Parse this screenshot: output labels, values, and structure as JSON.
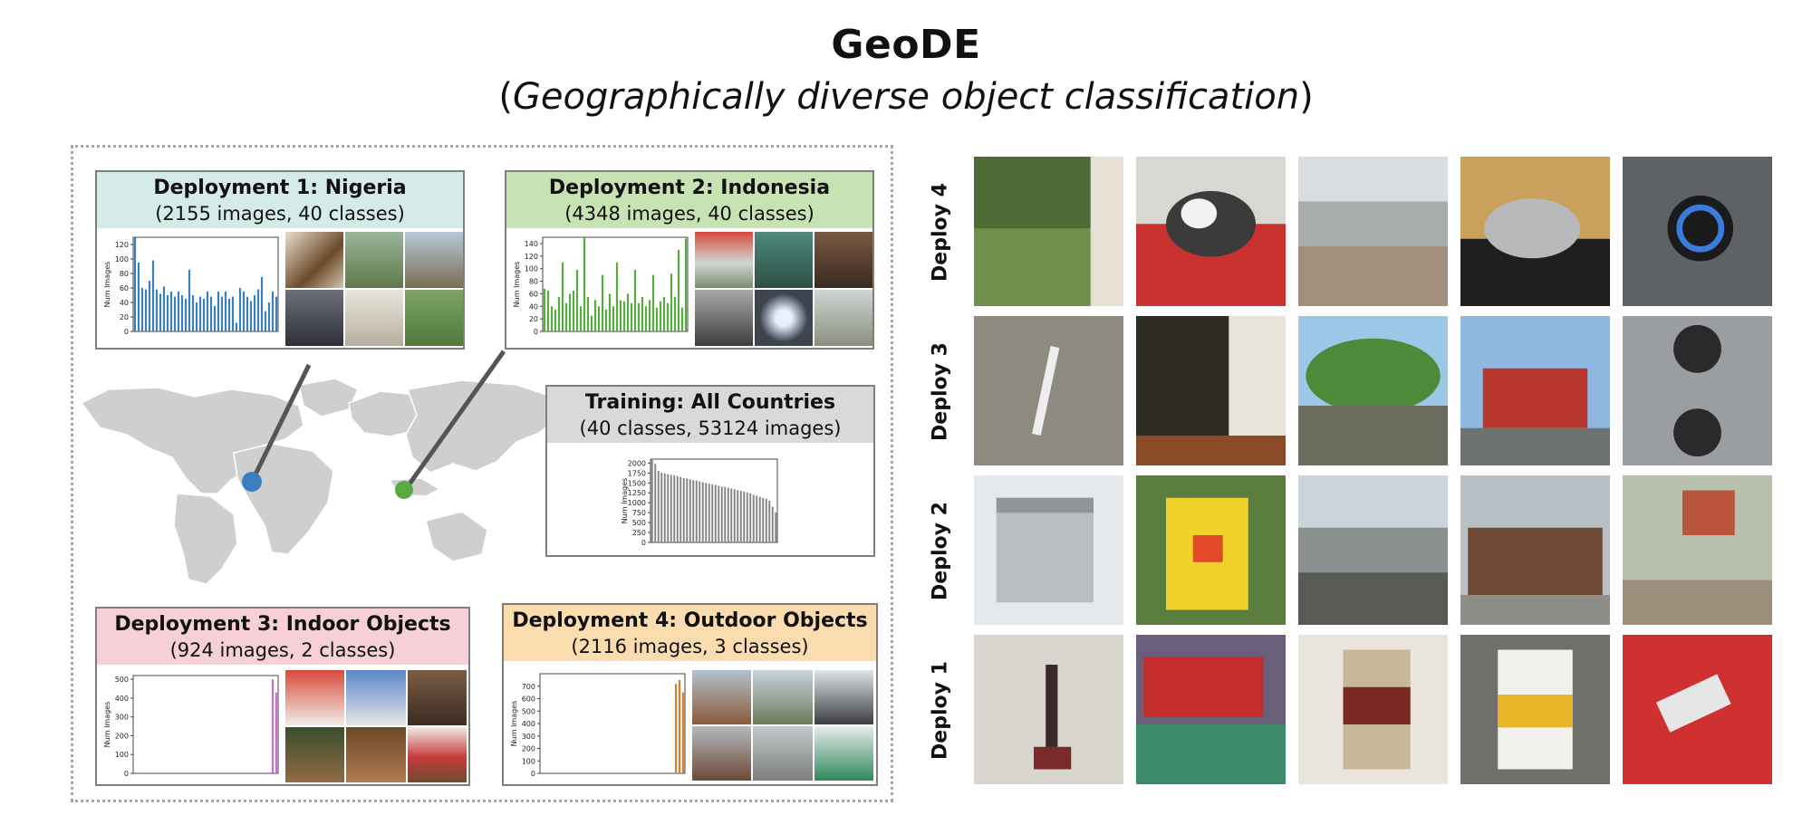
{
  "title": "GeoDE",
  "subtitle": "Geographically diverse object classification",
  "subtitle_open": "(",
  "subtitle_close": ")",
  "colors": {
    "nigeria": "#3a7ebf",
    "indonesia": "#5aaa42",
    "training": "#858585",
    "indoor": "#c86fc9",
    "outdoor": "#e07b2a",
    "head_nigeria": "#d4ebe8",
    "head_indonesia": "#c7e2b3",
    "head_training": "#d9d9d9",
    "head_indoor": "#f6d0d6",
    "head_outdoor": "#fbdcae"
  },
  "panels": {
    "nigeria": {
      "title": "Deployment 1: Nigeria",
      "subtitle": "(2155 images, 40 classes)"
    },
    "indonesia": {
      "title": "Deployment 2: Indonesia",
      "subtitle": "(4348 images, 40 classes)"
    },
    "training": {
      "title": "Training: All Countries",
      "subtitle": "(40 classes, 53124 images)"
    },
    "indoor": {
      "title": "Deployment 3: Indoor Objects",
      "subtitle": "(924 images, 2 classes)"
    },
    "outdoor": {
      "title": "Deployment 4: Outdoor Objects",
      "subtitle": "(2116 images, 3 classes)"
    }
  },
  "row_labels": [
    "Deploy 4",
    "Deploy 3",
    "Deploy 2",
    "Deploy 1"
  ],
  "chart_data": [
    {
      "id": "nigeria",
      "type": "bar",
      "ylabel": "Num Images",
      "ylim": [
        0,
        130
      ],
      "yticks": [
        0,
        20,
        40,
        60,
        80,
        100,
        120
      ],
      "values": [
        130,
        95,
        60,
        58,
        70,
        98,
        58,
        52,
        62,
        50,
        55,
        48,
        55,
        50,
        45,
        85,
        50,
        40,
        48,
        45,
        55,
        48,
        35,
        55,
        48,
        55,
        45,
        48,
        12,
        60,
        55,
        48,
        42,
        50,
        58,
        75,
        28,
        40,
        55,
        48
      ]
    },
    {
      "id": "indonesia",
      "type": "bar",
      "ylabel": "Num Images",
      "ylim": [
        0,
        150
      ],
      "yticks": [
        0,
        20,
        40,
        60,
        80,
        100,
        120,
        140
      ],
      "values": [
        68,
        65,
        40,
        35,
        55,
        110,
        45,
        60,
        65,
        98,
        40,
        150,
        55,
        25,
        50,
        40,
        90,
        35,
        60,
        40,
        110,
        50,
        48,
        60,
        45,
        98,
        45,
        55,
        40,
        50,
        90,
        38,
        48,
        55,
        45,
        92,
        55,
        130,
        38,
        148
      ]
    },
    {
      "id": "training",
      "type": "bar",
      "ylabel": "Num Images",
      "ylim": [
        0,
        2100
      ],
      "yticks": [
        0,
        250,
        500,
        750,
        1000,
        1250,
        1500,
        1750,
        2000
      ],
      "values": [
        2100,
        1980,
        1800,
        1760,
        1740,
        1720,
        1700,
        1690,
        1670,
        1650,
        1620,
        1610,
        1590,
        1570,
        1560,
        1540,
        1520,
        1500,
        1480,
        1460,
        1450,
        1430,
        1410,
        1400,
        1380,
        1360,
        1340,
        1320,
        1300,
        1280,
        1260,
        1240,
        1200,
        1180,
        1150,
        1120,
        1100,
        1050,
        900,
        760
      ]
    },
    {
      "id": "indoor",
      "type": "bar",
      "ylabel": "Num Images",
      "ylim": [
        0,
        520
      ],
      "yticks": [
        0,
        100,
        200,
        300,
        400,
        500
      ],
      "values": [
        0,
        0,
        0,
        0,
        0,
        0,
        0,
        0,
        0,
        0,
        0,
        0,
        0,
        0,
        0,
        0,
        0,
        0,
        0,
        0,
        0,
        0,
        0,
        0,
        0,
        0,
        0,
        0,
        0,
        0,
        0,
        0,
        0,
        0,
        0,
        0,
        0,
        0,
        500,
        430
      ]
    },
    {
      "id": "outdoor",
      "type": "bar",
      "ylabel": "Num Images",
      "ylim": [
        0,
        800
      ],
      "yticks": [
        0,
        100,
        200,
        300,
        400,
        500,
        600,
        700
      ],
      "values": [
        0,
        0,
        0,
        0,
        0,
        0,
        0,
        0,
        0,
        0,
        0,
        0,
        0,
        0,
        0,
        0,
        0,
        0,
        0,
        0,
        0,
        0,
        0,
        0,
        0,
        0,
        0,
        0,
        0,
        0,
        0,
        0,
        0,
        0,
        0,
        0,
        0,
        720,
        750,
        650
      ]
    }
  ]
}
